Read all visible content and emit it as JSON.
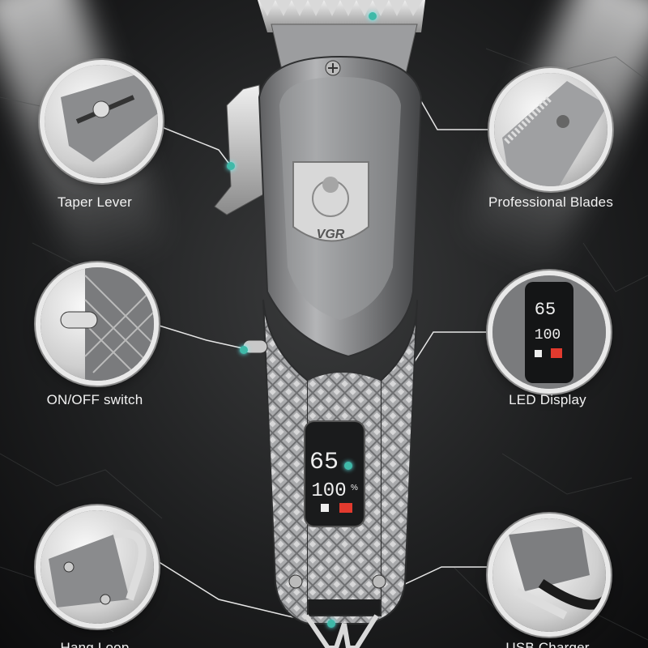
{
  "brand": "VGR",
  "features": [
    {
      "label": "Taper Lever",
      "icon": "taper-lever-closeup"
    },
    {
      "label": "Professional Blades",
      "icon": "blade-closeup"
    },
    {
      "label": "ON/OFF switch",
      "icon": "switch-closeup"
    },
    {
      "label": "LED Display",
      "icon": "led-display-closeup"
    },
    {
      "label": "Hang Loop",
      "icon": "hang-loop-closeup"
    },
    {
      "label": "USB Charger",
      "icon": "usb-charger-closeup"
    }
  ],
  "display": {
    "speed": "65",
    "battery": "100",
    "percent_sign": "%"
  },
  "colors": {
    "accent": "#3fb9a8",
    "metal": "#8f8f90",
    "led_red": "#e23a2e"
  }
}
